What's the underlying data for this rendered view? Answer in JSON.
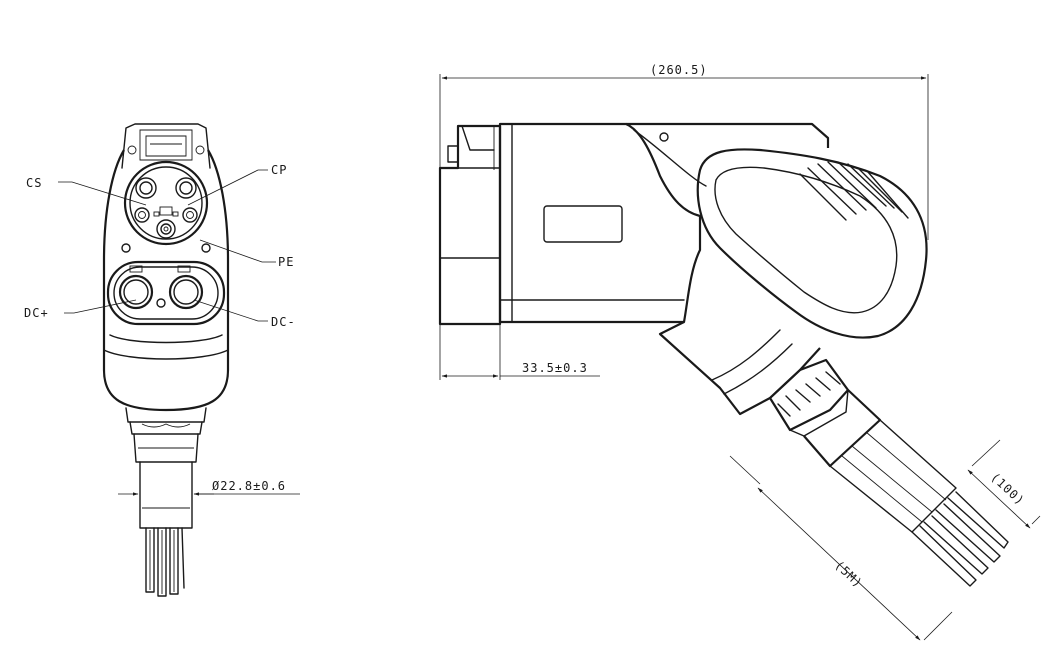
{
  "labels": {
    "cs": "CS",
    "cp": "CP",
    "pe": "PE",
    "dc_plus": "DC+",
    "dc_minus": "DC-"
  },
  "dimensions": {
    "overall_length": "(260.5)",
    "front_depth": "33.5±0.3",
    "cable_diameter": "Ø22.8±0.6",
    "cable_length": "(5M)",
    "strip_length": "(100)"
  },
  "colors": {
    "line": "#1a1a1a",
    "background": "#ffffff"
  }
}
